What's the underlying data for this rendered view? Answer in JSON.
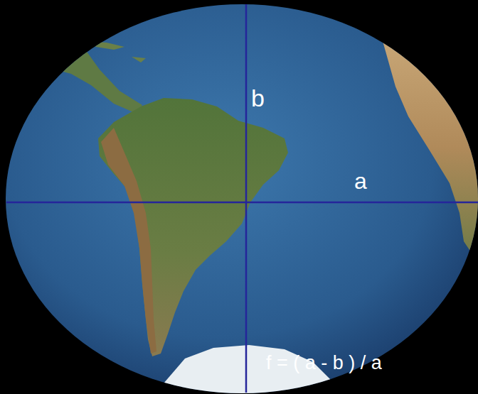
{
  "diagram": {
    "labels": [
      "b",
      "a",
      "f = ( a - b ) / a"
    ]
  }
}
